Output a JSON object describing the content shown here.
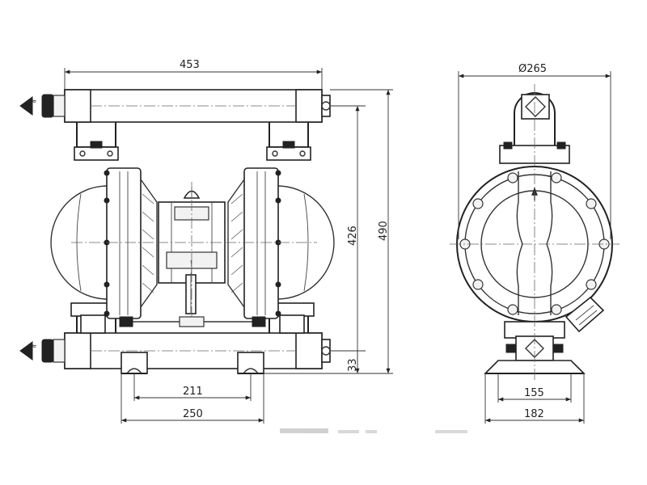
{
  "dimensions": {
    "front_width": "453",
    "front_height_total": "490",
    "front_height_outlet": "426",
    "front_base_height": "33",
    "base_inner": "211",
    "base_outer": "250",
    "side_diameter": "Ø265",
    "side_base_inner": "155",
    "side_base_outer": "182"
  }
}
